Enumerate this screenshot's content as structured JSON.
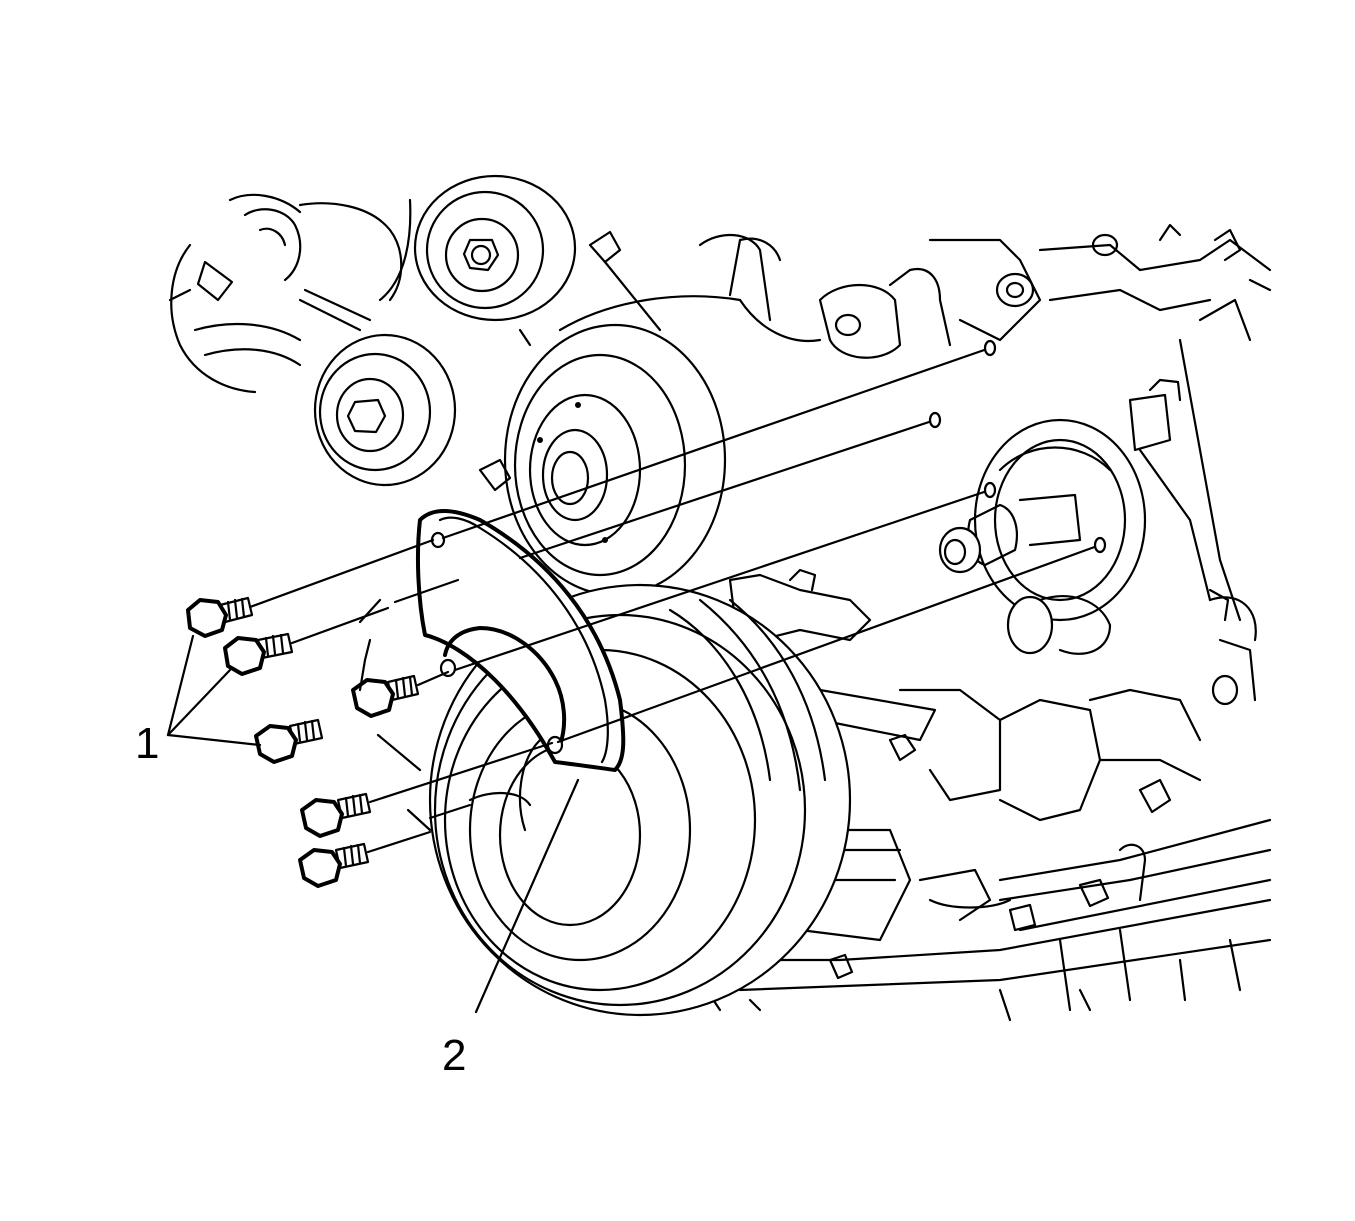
{
  "callouts": [
    {
      "number": "1",
      "part": "bolts"
    },
    {
      "number": "2",
      "part": "cover"
    }
  ]
}
